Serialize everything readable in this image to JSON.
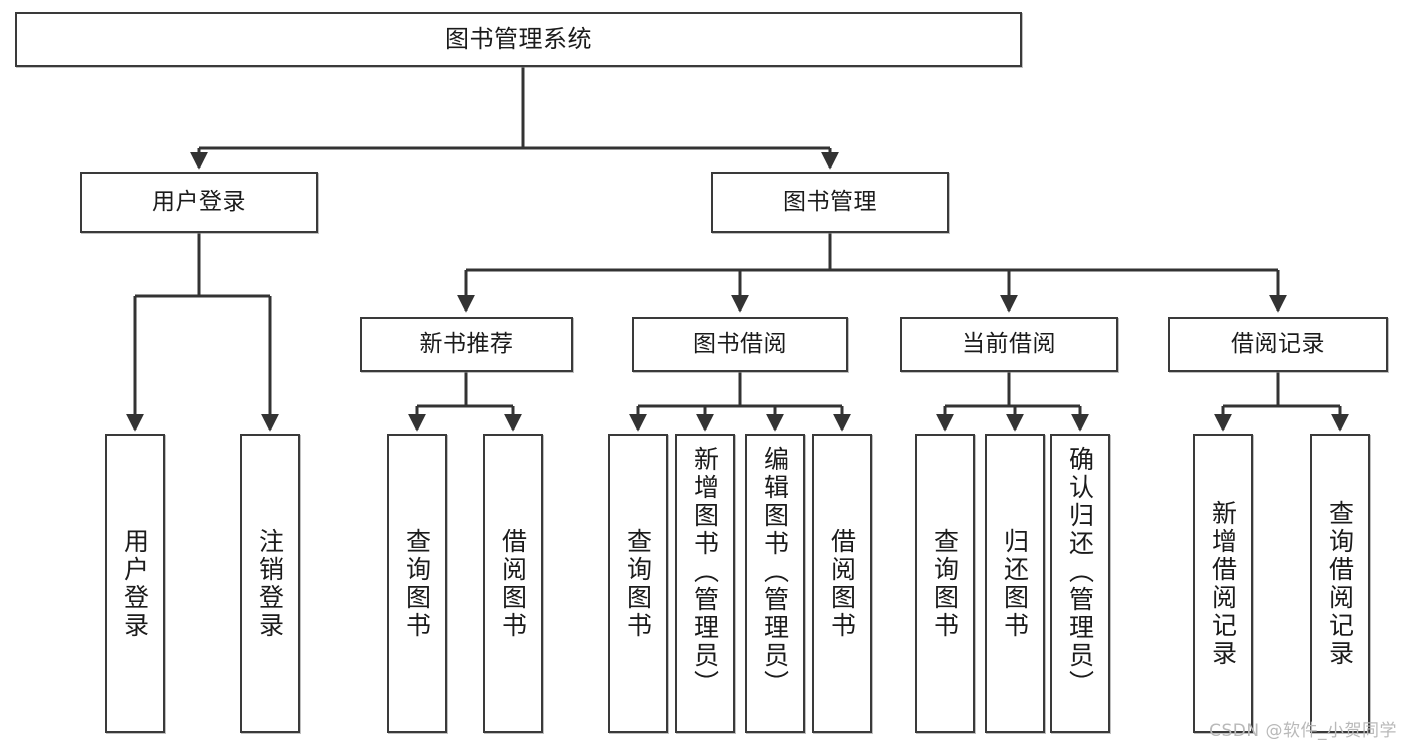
{
  "diagram": {
    "title": "图书管理系统",
    "type": "tree",
    "watermark": "CSDN @软件_小贺同学",
    "colors": {
      "border": "#3a3a3a",
      "background": "#ffffff",
      "text": "#1b1b1b",
      "connector": "#333333",
      "watermark": "#b9b9b9"
    },
    "root": {
      "label": "图书管理系统"
    },
    "level1": [
      {
        "id": "user-login",
        "label": "用户登录"
      },
      {
        "id": "book-manage",
        "label": "图书管理"
      }
    ],
    "level2": [
      {
        "id": "new-book-rec",
        "label": "新书推荐",
        "parent": "book-manage"
      },
      {
        "id": "book-borrow",
        "label": "图书借阅",
        "parent": "book-manage"
      },
      {
        "id": "current-borrow",
        "label": "当前借阅",
        "parent": "book-manage"
      },
      {
        "id": "borrow-record",
        "label": "借阅记录",
        "parent": "book-manage"
      }
    ],
    "leaves": [
      {
        "id": "leaf-user-login",
        "label": "用户登录",
        "parent": "user-login"
      },
      {
        "id": "leaf-user-logout",
        "label": "注销登录",
        "parent": "user-login"
      },
      {
        "id": "leaf-query-book-1",
        "label": "查询图书",
        "parent": "new-book-rec"
      },
      {
        "id": "leaf-borrow-book-1",
        "label": "借阅图书",
        "parent": "new-book-rec"
      },
      {
        "id": "leaf-query-book-2",
        "label": "查询图书",
        "parent": "book-borrow"
      },
      {
        "id": "leaf-add-book",
        "label": "新增图书（管理员）",
        "parent": "book-borrow"
      },
      {
        "id": "leaf-edit-book",
        "label": "编辑图书（管理员）",
        "parent": "book-borrow"
      },
      {
        "id": "leaf-borrow-book-2",
        "label": "借阅图书",
        "parent": "book-borrow"
      },
      {
        "id": "leaf-query-book-3",
        "label": "查询图书",
        "parent": "current-borrow"
      },
      {
        "id": "leaf-return-book",
        "label": "归还图书",
        "parent": "current-borrow"
      },
      {
        "id": "leaf-confirm-return",
        "label": "确认归还（管理员）",
        "parent": "current-borrow"
      },
      {
        "id": "leaf-add-record",
        "label": "新增借阅记录",
        "parent": "borrow-record"
      },
      {
        "id": "leaf-query-record",
        "label": "查询借阅记录",
        "parent": "borrow-record"
      }
    ]
  }
}
